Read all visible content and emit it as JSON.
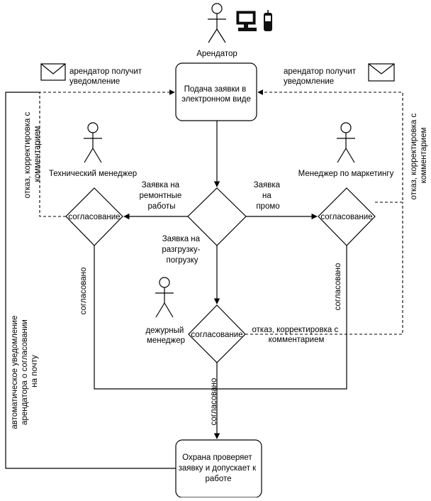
{
  "actors": {
    "tenant": "Арендатор",
    "tech_manager": "Технический менеджер",
    "marketing_manager": "Менеджер по маркетингу",
    "duty_manager": [
      "дежурный",
      "менеджер"
    ]
  },
  "nodes": {
    "submit": [
      "Подача заявки в",
      "электронном виде"
    ],
    "security": [
      "Охрана проверяет",
      "заявку и допускает к",
      "работе"
    ],
    "decision_approval": "согласование"
  },
  "labels": {
    "notify_left": [
      "арендатор получит",
      "уведомление"
    ],
    "notify_right": [
      "арендатор получит",
      "уведомление"
    ],
    "repair_request": [
      "Заявка на",
      "ремонтные",
      "работы"
    ],
    "promo_request": [
      "Заявка",
      "на",
      "промо"
    ],
    "loading_request": [
      "Заявка на",
      "разгрузку-",
      "погрузку"
    ],
    "reject_left": [
      "отказ, корректировка с",
      "комментарием"
    ],
    "reject_right": [
      "отказ, корректировка с",
      "комментарием"
    ],
    "reject_bottom": [
      "отказ, корректировка с",
      "комментарием"
    ],
    "approved": "согласовано",
    "auto_notify": [
      "автоматическое уведомление",
      "арендатора о согласовании",
      "на почту"
    ]
  }
}
